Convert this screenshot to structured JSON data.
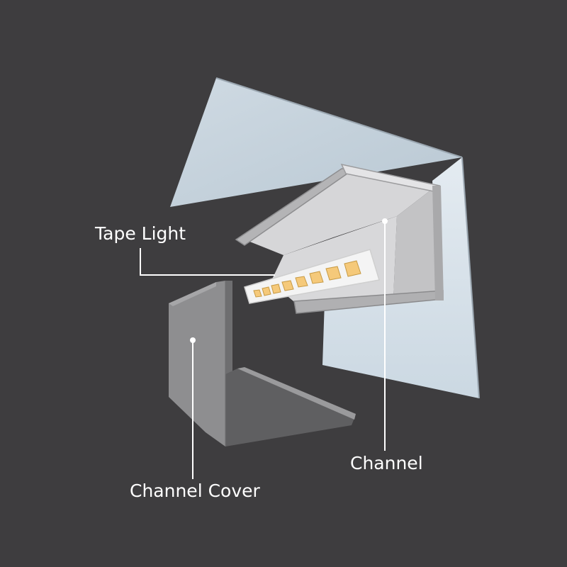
{
  "labels": {
    "tape_light": "Tape Light",
    "channel": "Channel",
    "channel_cover": "Channel Cover"
  },
  "colors": {
    "background": "#3e3d3f",
    "wall": "#c9d7e1",
    "channel_light": "#d3d3d5",
    "channel_mid": "#b9b9bb",
    "cover_gray": "#8a8a8c",
    "led_amber": "#f5c97a",
    "leader_line": "#ffffff"
  },
  "icons": {
    "tape_light_part": "led-strip",
    "channel_part": "aluminum-channel",
    "cover_part": "channel-cover"
  }
}
